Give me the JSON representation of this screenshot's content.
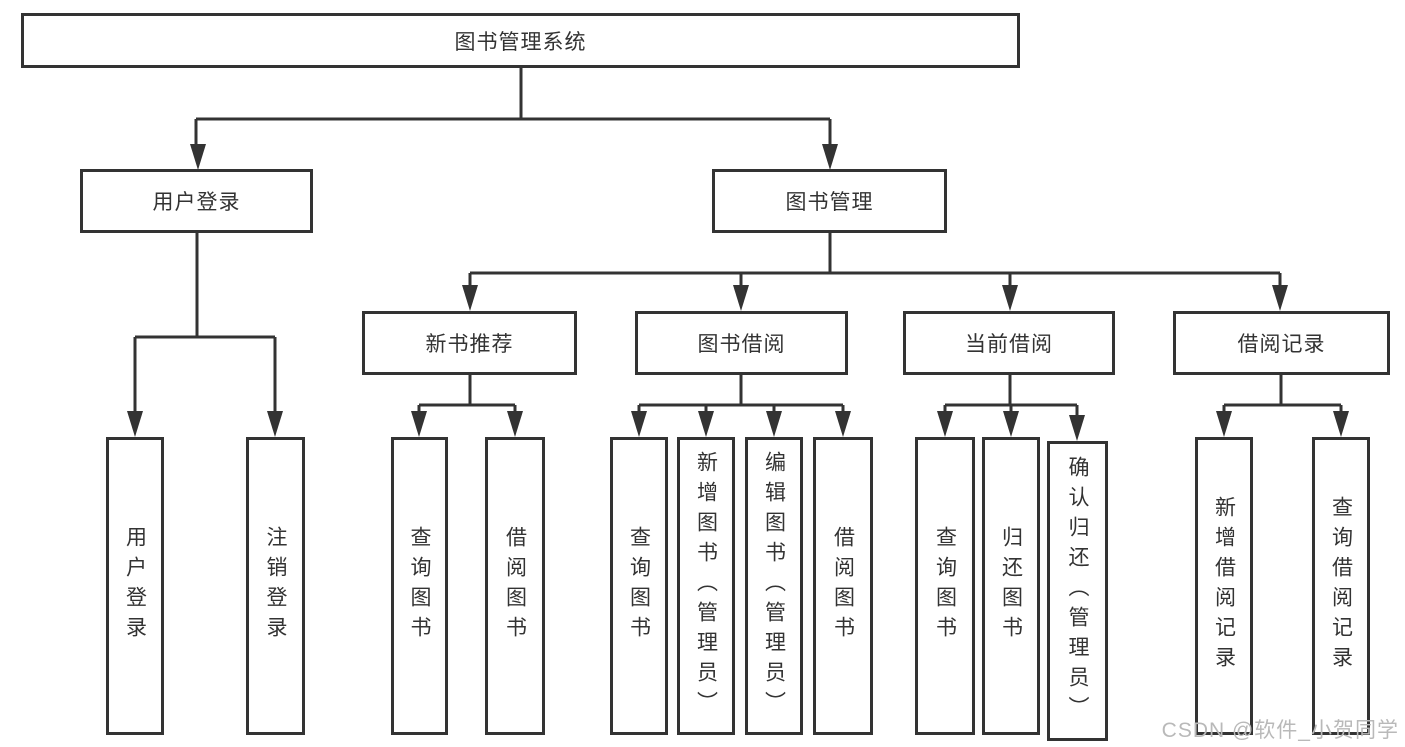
{
  "diagram": {
    "root": {
      "label": "图书管理系统"
    },
    "level2": [
      {
        "label": "用户登录"
      },
      {
        "label": "图书管理"
      }
    ],
    "level3": [
      {
        "label": "新书推荐"
      },
      {
        "label": "图书借阅"
      },
      {
        "label": "当前借阅"
      },
      {
        "label": "借阅记录"
      }
    ],
    "level4": {
      "user_login_children": [
        {
          "label": "用户登录"
        },
        {
          "label": "注销登录"
        }
      ],
      "new_book_children": [
        {
          "label": "查询图书"
        },
        {
          "label": "借阅图书"
        }
      ],
      "book_borrow_children": [
        {
          "label": "查询图书"
        },
        {
          "label": "新增图书（管理员）"
        },
        {
          "label": "编辑图书（管理员）"
        },
        {
          "label": "借阅图书"
        }
      ],
      "current_borrow_children": [
        {
          "label": "查询图书"
        },
        {
          "label": "归还图书"
        },
        {
          "label": "确认归还（管理员）"
        }
      ],
      "borrow_record_children": [
        {
          "label": "新增借阅记录"
        },
        {
          "label": "查询借阅记录"
        }
      ]
    }
  },
  "watermark": {
    "text": "CSDN @软件_小贺同学"
  },
  "colors": {
    "line": "#333333",
    "text": "#333333",
    "watermark": "#b9b9b9"
  }
}
